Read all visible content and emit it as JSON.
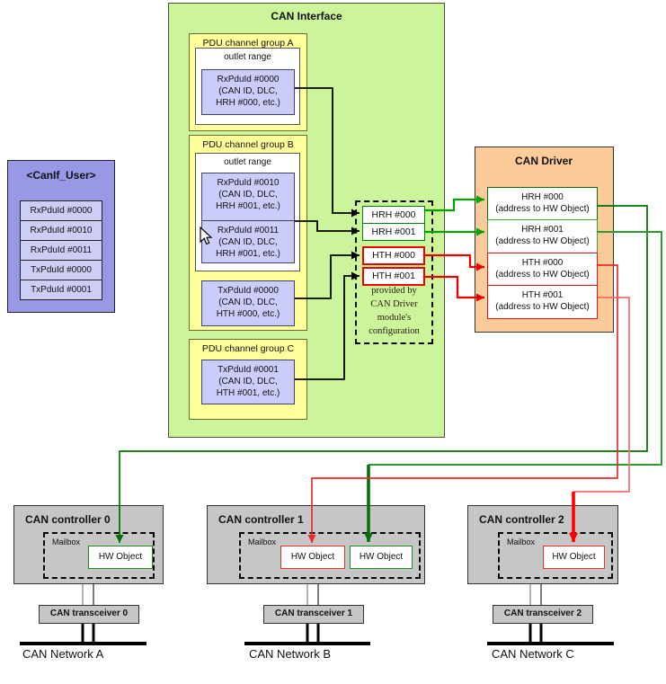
{
  "colors": {
    "interface_fill": "#CCF59B",
    "group_fill": "#FFFF9C",
    "pdu_fill": "#CCCCFB",
    "user_fill": "#9898E6",
    "driver_fill": "#FBCB99",
    "controller_fill": "#C6C6C6",
    "rx_green": "#007000",
    "tx_red": "#FF0000",
    "black_wire": "#000000"
  },
  "canif_user": {
    "title": "<CanIf_User>",
    "items": [
      "RxPduId #0000",
      "RxPduId #0010",
      "RxPduId #0011",
      "TxPduId #0000",
      "TxPduId #0001"
    ]
  },
  "can_interface": {
    "title": "CAN Interface",
    "groups": [
      {
        "label": "PDU channel group A",
        "outlet_label": "outlet range",
        "outlet_pdus": [
          "RxPduId #0000\n(CAN ID, DLC,\nHRH #000, etc.)"
        ]
      },
      {
        "label": "PDU channel group B",
        "outlet_label": "outlet range",
        "outlet_pdus": [
          "RxPduId #0010\n(CAN ID, DLC,\nHRH #001, etc.)",
          "RxPduId #0011\n(CAN ID, DLC,\nHRH #001, etc.)"
        ],
        "tx_pdu": "TxPduId #0000\n(CAN ID, DLC,\nHTH #000, etc.)"
      },
      {
        "label": "PDU channel group C",
        "tx_pdu": "TxPduId #0001\n(CAN ID, DLC,\nHTH #001, etc.)"
      }
    ]
  },
  "hoh_block": {
    "cells": [
      "HRH #000",
      "HRH #001",
      "HTH #000",
      "HTH #001"
    ],
    "note": "provided by\nCAN Driver\nmodule's\nconfiguration"
  },
  "can_driver": {
    "title": "CAN Driver",
    "entries": [
      "HRH #000\n(address to HW Object)",
      "HRH #001\n(address to HW Object)",
      "HTH #000\n(address to HW Object)",
      "HTH #001\n(address to HW Object)"
    ]
  },
  "controllers": [
    {
      "title": "CAN controller 0",
      "mailbox_label": "Mailbox",
      "hw_objects": [
        {
          "label": "HW Object"
        }
      ],
      "transceiver_label": "CAN transceiver 0",
      "network_label": "CAN Network A"
    },
    {
      "title": "CAN controller 1",
      "mailbox_label": "Mailbox",
      "hw_objects": [
        {
          "label": "HW Object"
        },
        {
          "label": "HW Object"
        }
      ],
      "transceiver_label": "CAN transceiver 1",
      "network_label": "CAN Network B"
    },
    {
      "title": "CAN controller 2",
      "mailbox_label": "Mailbox",
      "hw_objects": [
        {
          "label": "HW Object"
        }
      ],
      "transceiver_label": "CAN transceiver 2",
      "network_label": "CAN Network C"
    }
  ]
}
